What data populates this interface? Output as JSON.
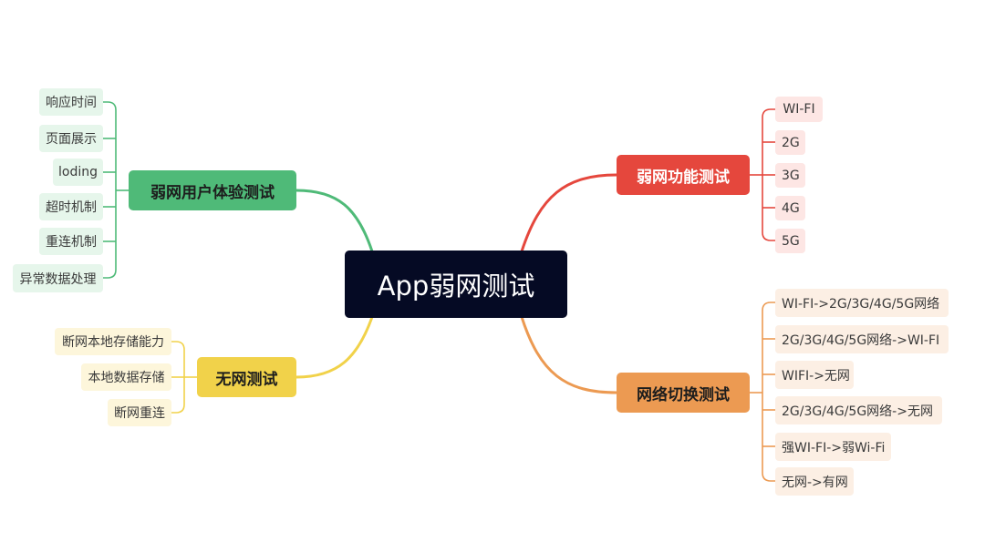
{
  "mindmap": {
    "root": "App弱网测试",
    "branches": {
      "weak_function": {
        "label": "弱网功能测试",
        "color": "#e5473d",
        "leaves": [
          "WI-FI",
          "2G",
          "3G",
          "4G",
          "5G"
        ]
      },
      "network_switch": {
        "label": "网络切换测试",
        "color": "#ec9a52",
        "leaves": [
          "WI-FI->2G/3G/4G/5G网络",
          "2G/3G/4G/5G网络->WI-FI",
          "WIFI->无网",
          "2G/3G/4G/5G网络->无网",
          "强WI-FI->弱Wi-Fi",
          "无网->有网"
        ]
      },
      "user_experience": {
        "label": "弱网用户体验测试",
        "color": "#4fba78",
        "leaves": [
          "响应时间",
          "页面展示",
          "loding",
          "超时机制",
          "重连机制",
          "异常数据处理"
        ]
      },
      "no_network": {
        "label": "无网测试",
        "color": "#f1d24a",
        "leaves": [
          "断网本地存储能力",
          "本地数据存储",
          "断网重连"
        ]
      }
    }
  }
}
